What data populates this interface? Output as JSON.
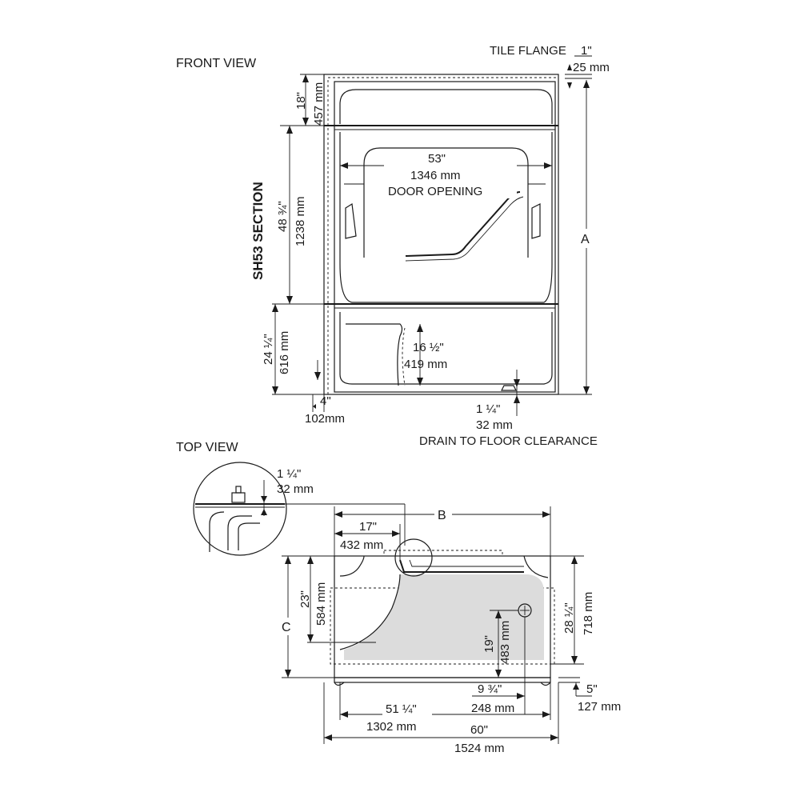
{
  "front_view": {
    "title": "FRONT VIEW",
    "tile_flange_label": "TILE FLANGE",
    "tile_flange_in": "1\"",
    "tile_flange_mm": "25 mm",
    "dim_a": "A",
    "top_section_in": "18\"",
    "top_section_mm": "457 mm",
    "middle_section_in": "48 ¾\"",
    "middle_section_mm": "1238 mm",
    "section_label": "SH53 SECTION",
    "door_opening_in": "53\"",
    "door_opening_mm": "1346 mm",
    "door_opening_label": "DOOR OPENING",
    "bottom_section_in": "24 ¼\"",
    "bottom_section_mm": "616 mm",
    "seat_height_in": "16 ½\"",
    "seat_height_mm": "419 mm",
    "base_in": "4\"",
    "base_mm": "102mm",
    "drain_clearance_in": "1 ¼\"",
    "drain_clearance_mm": "32 mm",
    "drain_clearance_label": "DRAIN TO FLOOR CLEARANCE"
  },
  "top_view": {
    "title": "TOP VIEW",
    "detail_in": "1 ¼\"",
    "detail_mm": "32 mm",
    "dim_b": "B",
    "dim_c": "C",
    "seat_width_in": "17\"",
    "seat_width_mm": "432 mm",
    "seat_depth_in": "23\"",
    "seat_depth_mm": "584 mm",
    "depth_in": "28 ¼\"",
    "depth_mm": "718 mm",
    "drain_y_in": "19\"",
    "drain_y_mm": "483 mm",
    "drain_x_in": "9 ¾\"",
    "drain_x_mm": "248 mm",
    "flange_in": "5\"",
    "flange_mm": "127 mm",
    "inner_width_in": "51 ¼\"",
    "inner_width_mm": "1302 mm",
    "outer_width_in": "60\"",
    "outer_width_mm": "1524 mm"
  }
}
